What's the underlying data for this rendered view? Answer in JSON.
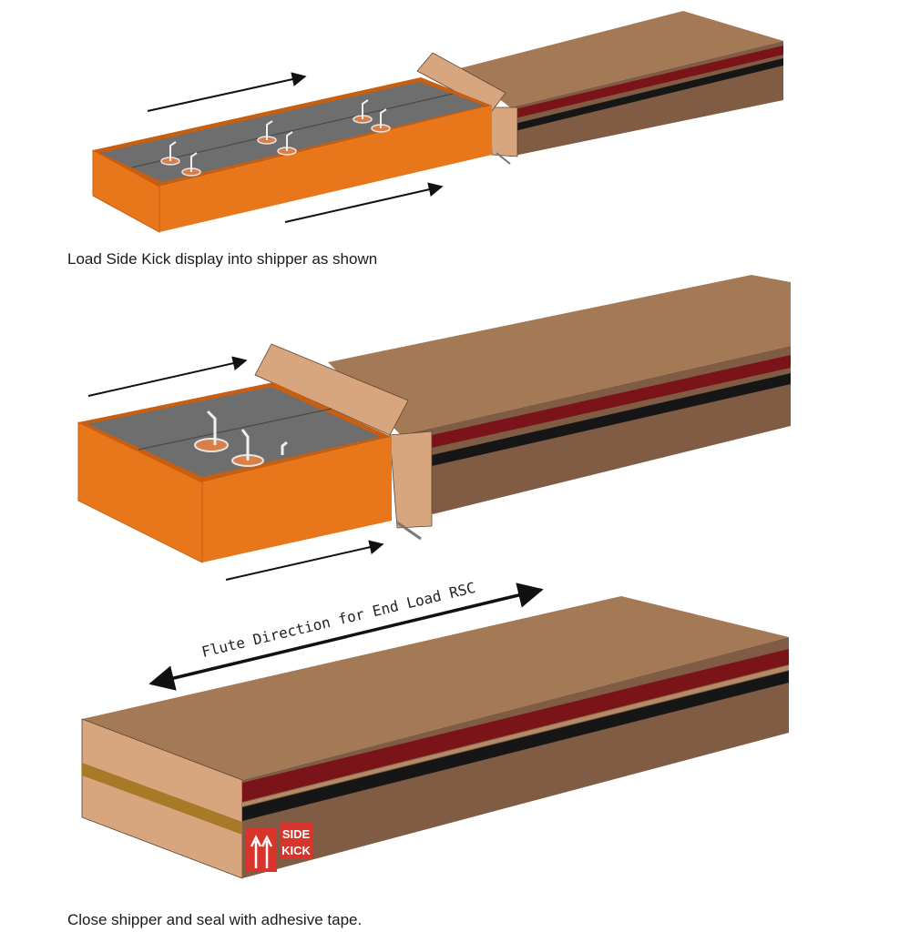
{
  "steps": [
    {
      "caption": "Load Side Kick display into shipper as shown"
    },
    {
      "caption": ""
    },
    {
      "caption": "Close shipper and seal with adhesive tape."
    }
  ],
  "flute_label": "Flute Direction for End Load RSC",
  "label_badge": {
    "line1": "SIDE",
    "line2": "KICK"
  },
  "colors": {
    "kraft_top": "#a47956",
    "kraft_side": "#7f5c43",
    "kraft_light": "#d7a67f",
    "display_orange": "#e8761a",
    "display_orange_dark": "#c85e10",
    "tray_gray": "#6e6e6e",
    "stripe_red": "#7a1418",
    "stripe_black": "#161616",
    "tape": "#a87a28",
    "badge_red": "#d9342b"
  },
  "icons": [
    "arrow-right-icon",
    "double-arrow-icon",
    "this-side-up-icon"
  ]
}
